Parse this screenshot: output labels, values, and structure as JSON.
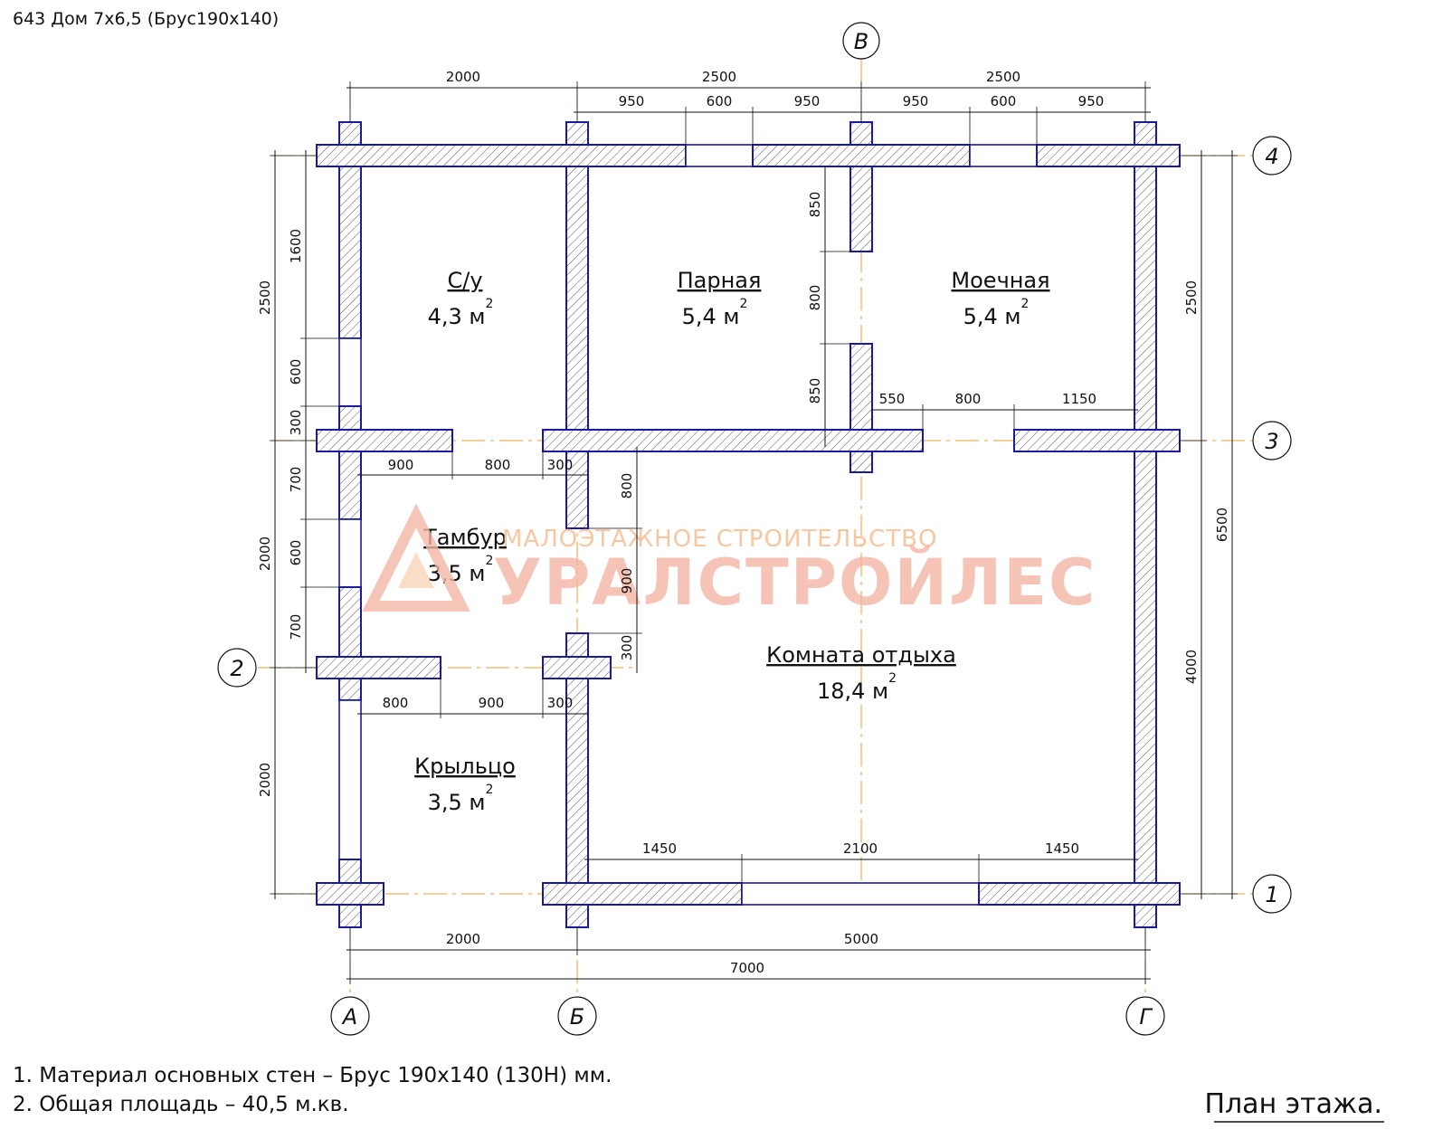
{
  "title": "643 Дом 7х6,5 (Брус190х140)",
  "plan_title": "План этажа.",
  "notes": [
    "1. Материал основных стен – Брус 190х140 (130Н) мм.",
    "2. Общая площадь – 40,5 м.кв."
  ],
  "watermark": {
    "line1": "МАЛОЭТАЖНОЕ СТРОИТЕЛЬСТВО",
    "line2": "УРАЛСТРОЙЛЕС"
  },
  "axes": {
    "A": "А",
    "B": "Б",
    "V": "В",
    "G": "Г",
    "r1": "1",
    "r2": "2",
    "r3": "3",
    "r4": "4"
  },
  "rooms": [
    {
      "name": "С/у",
      "area": "4,3 м"
    },
    {
      "name": "Парная",
      "area": "5,4 м"
    },
    {
      "name": "Моечная",
      "area": "5,4 м"
    },
    {
      "name": "Тамбур",
      "area": "3,5 м"
    },
    {
      "name": "Комната отдыха",
      "area": "18,4 м"
    },
    {
      "name": "Крыльцо",
      "area": "3,5 м"
    }
  ],
  "area_sup": "2",
  "dims": {
    "top_total": [
      "2000",
      "2500",
      "2500"
    ],
    "top_openings": [
      "950",
      "600",
      "950",
      "950",
      "600",
      "950"
    ],
    "bottom_segments": [
      "2000",
      "5000"
    ],
    "bottom_total": "7000",
    "left_outer": [
      "2500",
      "2000",
      "2000"
    ],
    "left_inner": [
      "1600",
      "600",
      "300",
      "700",
      "600",
      "700"
    ],
    "right_inner": [
      "2500",
      "4000"
    ],
    "right_total": "6500",
    "partition_v": [
      "850",
      "800",
      "850"
    ],
    "door_row3": [
      "550",
      "800",
      "1150"
    ],
    "tambur_top": [
      "900",
      "800",
      "300"
    ],
    "tambur_side": [
      "800",
      "900",
      "300"
    ],
    "porch_top": [
      "800",
      "900",
      "300"
    ],
    "south_wall": [
      "1450",
      "2100",
      "1450"
    ]
  }
}
